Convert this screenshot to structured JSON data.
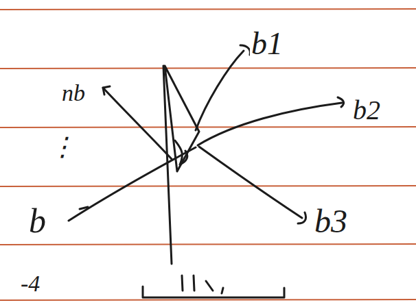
{
  "diagram": {
    "labels": [
      "b1",
      "b2",
      "b3",
      "nb",
      "⋮",
      "b",
      "-4"
    ]
  }
}
